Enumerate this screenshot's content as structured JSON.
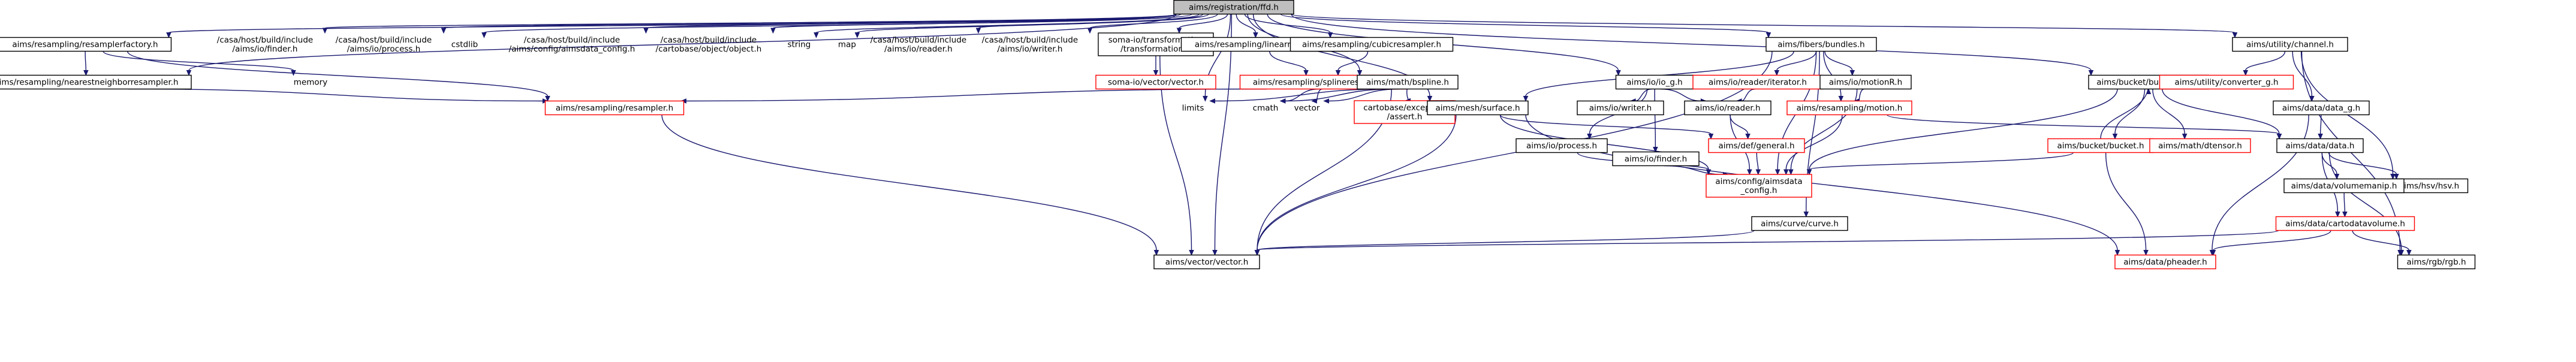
{
  "diagram": {
    "colors": {
      "root_fill": "#bfbfbf",
      "node_border": "#000000",
      "missing_border": "#ff0000",
      "edge": "#191970",
      "text": "#000000"
    },
    "nodes": [
      {
        "id": "root",
        "kind": "root",
        "lines": [
          "aims/registration/ffd.h"
        ]
      },
      {
        "id": "resampler_factory",
        "kind": "default",
        "lines": [
          "aims/resampling/resamplerfactory.h"
        ]
      },
      {
        "id": "casa_finder",
        "kind": "plain",
        "lines": [
          "/casa/host/build/include",
          "/aims/io/finder.h"
        ]
      },
      {
        "id": "casa_process",
        "kind": "plain",
        "lines": [
          "/casa/host/build/include",
          "/aims/io/process.h"
        ]
      },
      {
        "id": "cstdlib",
        "kind": "plain",
        "lines": [
          "cstdlib"
        ]
      },
      {
        "id": "casa_aimsdata_config",
        "kind": "plain",
        "lines": [
          "/casa/host/build/include",
          "/aims/config/aimsdata_config.h"
        ]
      },
      {
        "id": "casa_object",
        "kind": "plain",
        "lines": [
          "/casa/host/build/include",
          "/cartobase/object/object.h"
        ]
      },
      {
        "id": "string",
        "kind": "plain",
        "lines": [
          "string"
        ]
      },
      {
        "id": "map",
        "kind": "plain",
        "lines": [
          "map"
        ]
      },
      {
        "id": "casa_reader",
        "kind": "plain",
        "lines": [
          "/casa/host/build/include",
          "/aims/io/reader.h"
        ]
      },
      {
        "id": "casa_writer",
        "kind": "plain",
        "lines": [
          "/casa/host/build/include",
          "/aims/io/writer.h"
        ]
      },
      {
        "id": "soma_transformation",
        "kind": "default",
        "lines": [
          "soma-io/transformation",
          "/transformation.h"
        ]
      },
      {
        "id": "linear_resampler",
        "kind": "default",
        "lines": [
          "aims/resampling/linearresampler.h"
        ]
      },
      {
        "id": "cubic_resampler",
        "kind": "default",
        "lines": [
          "aims/resampling/cubicresampler.h"
        ]
      },
      {
        "id": "fibers_bundles",
        "kind": "default",
        "lines": [
          "aims/fibers/bundles.h"
        ]
      },
      {
        "id": "utility_channel",
        "kind": "default",
        "lines": [
          "aims/utility/channel.h"
        ]
      },
      {
        "id": "memory",
        "kind": "plain",
        "lines": [
          "memory"
        ]
      },
      {
        "id": "nearest_neighbor",
        "kind": "default",
        "lines": [
          "aims/resampling/nearestneighborresampler.h"
        ]
      },
      {
        "id": "soma_vector",
        "kind": "red",
        "lines": [
          "soma-io/vector/vector.h"
        ]
      },
      {
        "id": "spline_resampler",
        "kind": "red",
        "lines": [
          "aims/resampling/splineresampler.h"
        ]
      },
      {
        "id": "math_bspline",
        "kind": "default",
        "lines": [
          "aims/math/bspline.h"
        ]
      },
      {
        "id": "io_io_g",
        "kind": "default",
        "lines": [
          "aims/io/io_g.h"
        ]
      },
      {
        "id": "io_reader_iterator",
        "kind": "red",
        "lines": [
          "aims/io/reader/iterator.h"
        ]
      },
      {
        "id": "io_motionR",
        "kind": "default",
        "lines": [
          "aims/io/motionR.h"
        ]
      },
      {
        "id": "bucket_map",
        "kind": "default",
        "lines": [
          "aims/bucket/bucketMap.h"
        ]
      },
      {
        "id": "utility_converter",
        "kind": "red",
        "lines": [
          "aims/utility/converter_g.h"
        ]
      },
      {
        "id": "resampling_resampler",
        "kind": "red",
        "lines": [
          "aims/resampling/resampler.h"
        ]
      },
      {
        "id": "limits",
        "kind": "plain",
        "lines": [
          "limits"
        ]
      },
      {
        "id": "cmath",
        "kind": "plain",
        "lines": [
          "cmath"
        ]
      },
      {
        "id": "vector",
        "kind": "plain",
        "lines": [
          "vector"
        ]
      },
      {
        "id": "cartobase_assert",
        "kind": "red",
        "lines": [
          "cartobase/exception",
          "/assert.h"
        ]
      },
      {
        "id": "mesh_surface",
        "kind": "default",
        "lines": [
          "aims/mesh/surface.h"
        ]
      },
      {
        "id": "io_writer",
        "kind": "default",
        "lines": [
          "aims/io/writer.h"
        ]
      },
      {
        "id": "io_reader",
        "kind": "default",
        "lines": [
          "aims/io/reader.h"
        ]
      },
      {
        "id": "resampling_motion",
        "kind": "red",
        "lines": [
          "aims/resampling/motion.h"
        ]
      },
      {
        "id": "data_data_g",
        "kind": "default",
        "lines": [
          "aims/data/data_g.h"
        ]
      },
      {
        "id": "io_process",
        "kind": "default",
        "lines": [
          "aims/io/process.h"
        ]
      },
      {
        "id": "def_general",
        "kind": "red",
        "lines": [
          "aims/def/general.h"
        ]
      },
      {
        "id": "bucket_bucket",
        "kind": "red",
        "lines": [
          "aims/bucket/bucket.h"
        ]
      },
      {
        "id": "math_dtensor",
        "kind": "red",
        "lines": [
          "aims/math/dtensor.h"
        ]
      },
      {
        "id": "data_data",
        "kind": "default",
        "lines": [
          "aims/data/data.h"
        ]
      },
      {
        "id": "io_finder",
        "kind": "default",
        "lines": [
          "aims/io/finder.h"
        ]
      },
      {
        "id": "config_aimsdata_config",
        "kind": "red",
        "lines": [
          "aims/config/aimsdata",
          "_config.h"
        ]
      },
      {
        "id": "hsv_hsv",
        "kind": "default",
        "lines": [
          "aims/hsv/hsv.h"
        ]
      },
      {
        "id": "data_volumemanip",
        "kind": "default",
        "lines": [
          "aims/data/volumemanip.h"
        ]
      },
      {
        "id": "curve_curve",
        "kind": "default",
        "lines": [
          "aims/curve/curve.h"
        ]
      },
      {
        "id": "data_cartodatavolume",
        "kind": "red",
        "lines": [
          "aims/data/cartodatavolume.h"
        ]
      },
      {
        "id": "vector_vector",
        "kind": "default",
        "lines": [
          "aims/vector/vector.h"
        ]
      },
      {
        "id": "data_pheader",
        "kind": "red",
        "lines": [
          "aims/data/pheader.h"
        ]
      },
      {
        "id": "rgb_rgb",
        "kind": "default",
        "lines": [
          "aims/rgb/rgb.h"
        ]
      }
    ],
    "edges": [
      [
        "root",
        "resampler_factory"
      ],
      [
        "root",
        "casa_finder"
      ],
      [
        "root",
        "casa_process"
      ],
      [
        "root",
        "cstdlib"
      ],
      [
        "root",
        "casa_aimsdata_config"
      ],
      [
        "root",
        "casa_object"
      ],
      [
        "root",
        "string"
      ],
      [
        "root",
        "map"
      ],
      [
        "root",
        "casa_reader"
      ],
      [
        "root",
        "casa_writer"
      ],
      [
        "root",
        "soma_transformation"
      ],
      [
        "root",
        "linear_resampler"
      ],
      [
        "root",
        "cubic_resampler"
      ],
      [
        "root",
        "fibers_bundles"
      ],
      [
        "root",
        "utility_channel"
      ],
      [
        "root",
        "nearest_neighbor"
      ],
      [
        "root",
        "limits"
      ],
      [
        "root",
        "math_bspline"
      ],
      [
        "root",
        "mesh_surface"
      ],
      [
        "root",
        "io_io_g"
      ],
      [
        "root",
        "bucket_map"
      ],
      [
        "root",
        "vector_vector"
      ],
      [
        "resampler_factory",
        "memory"
      ],
      [
        "resampler_factory",
        "resampling_resampler"
      ],
      [
        "resampler_factory",
        "nearest_neighbor"
      ],
      [
        "nearest_neighbor",
        "resampling_resampler"
      ],
      [
        "soma_transformation",
        "soma_vector"
      ],
      [
        "soma_transformation",
        "vector_vector"
      ],
      [
        "linear_resampler",
        "spline_resampler"
      ],
      [
        "cubic_resampler",
        "spline_resampler"
      ],
      [
        "spline_resampler",
        "resampling_resampler"
      ],
      [
        "spline_resampler",
        "cmath"
      ],
      [
        "spline_resampler",
        "vector"
      ],
      [
        "spline_resampler",
        "math_bspline"
      ],
      [
        "math_bspline",
        "limits"
      ],
      [
        "math_bspline",
        "cmath"
      ],
      [
        "math_bspline",
        "vector"
      ],
      [
        "math_bspline",
        "cartobase_assert"
      ],
      [
        "math_bspline",
        "vector_vector"
      ],
      [
        "resampling_resampler",
        "vector_vector"
      ],
      [
        "fibers_bundles",
        "io_reader_iterator"
      ],
      [
        "fibers_bundles",
        "io_motionR"
      ],
      [
        "fibers_bundles",
        "resampling_motion"
      ],
      [
        "fibers_bundles",
        "mesh_surface"
      ],
      [
        "fibers_bundles",
        "curve_curve"
      ],
      [
        "fibers_bundles",
        "vector_vector"
      ],
      [
        "fibers_bundles",
        "config_aimsdata_config"
      ],
      [
        "io_reader_iterator",
        "io_reader"
      ],
      [
        "io_motionR",
        "resampling_motion"
      ],
      [
        "io_motionR",
        "config_aimsdata_config"
      ],
      [
        "resampling_motion",
        "config_aimsdata_config"
      ],
      [
        "resampling_motion",
        "data_data"
      ],
      [
        "io_io_g",
        "io_writer"
      ],
      [
        "io_io_g",
        "io_reader"
      ],
      [
        "io_io_g",
        "io_finder"
      ],
      [
        "io_io_g",
        "io_process"
      ],
      [
        "io_reader",
        "def_general"
      ],
      [
        "io_reader",
        "config_aimsdata_config"
      ],
      [
        "io_finder",
        "config_aimsdata_config"
      ],
      [
        "io_process",
        "config_aimsdata_config"
      ],
      [
        "def_general",
        "config_aimsdata_config"
      ],
      [
        "mesh_surface",
        "vector_vector"
      ],
      [
        "mesh_surface",
        "def_general"
      ],
      [
        "mesh_surface",
        "config_aimsdata_config"
      ],
      [
        "mesh_surface",
        "data_pheader"
      ],
      [
        "bucket_map",
        "bucket_bucket"
      ],
      [
        "bucket_map",
        "math_dtensor"
      ],
      [
        "bucket_map",
        "config_aimsdata_config"
      ],
      [
        "bucket_map",
        "data_data"
      ],
      [
        "bucket_bucket",
        "bucket_map"
      ],
      [
        "bucket_bucket",
        "config_aimsdata_config"
      ],
      [
        "bucket_bucket",
        "data_pheader"
      ],
      [
        "utility_channel",
        "utility_converter"
      ],
      [
        "utility_channel",
        "data_data_g"
      ],
      [
        "utility_channel",
        "hsv_hsv"
      ],
      [
        "utility_channel",
        "rgb_rgb"
      ],
      [
        "data_data_g",
        "data_data"
      ],
      [
        "data_data_g",
        "data_pheader"
      ],
      [
        "data_data",
        "data_volumemanip"
      ],
      [
        "data_data",
        "data_cartodatavolume"
      ],
      [
        "data_data",
        "hsv_hsv"
      ],
      [
        "data_data",
        "rgb_rgb"
      ],
      [
        "data_volumemanip",
        "data_cartodatavolume"
      ],
      [
        "data_cartodatavolume",
        "vector_vector"
      ],
      [
        "data_cartodatavolume",
        "data_pheader"
      ],
      [
        "data_cartodatavolume",
        "rgb_rgb"
      ],
      [
        "curve_curve",
        "vector_vector"
      ]
    ]
  }
}
